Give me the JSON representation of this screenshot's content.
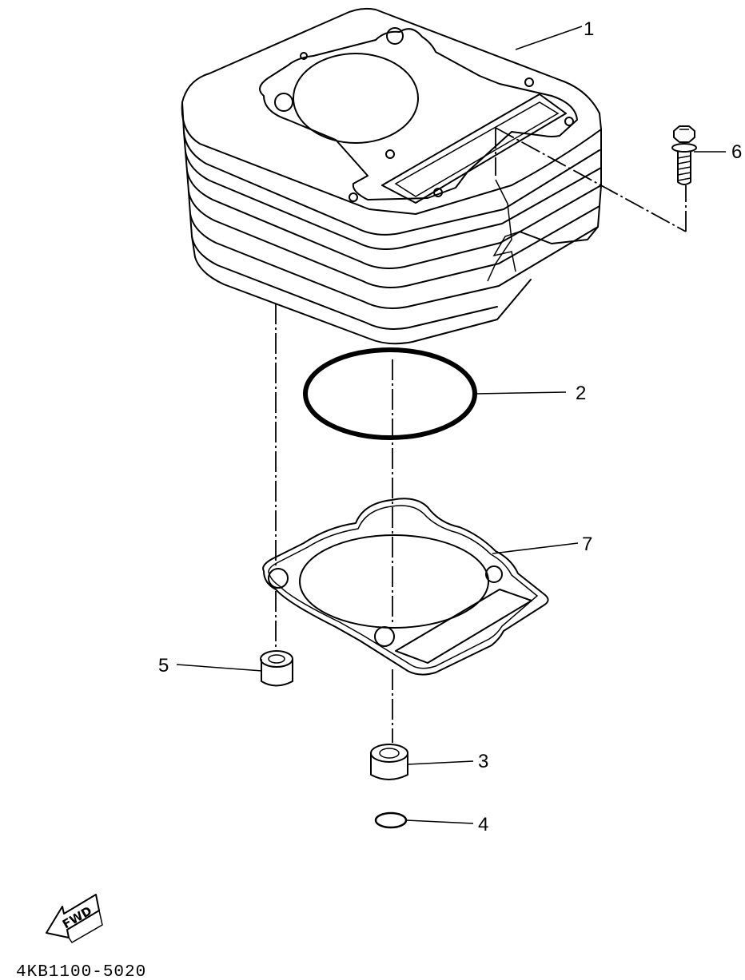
{
  "parts": [
    {
      "id": "cylinder",
      "callout": "1"
    },
    {
      "id": "o-ring-large",
      "callout": "2"
    },
    {
      "id": "dowel-pin-right",
      "callout": "3"
    },
    {
      "id": "o-ring-small",
      "callout": "4"
    },
    {
      "id": "dowel-pin-left",
      "callout": "5"
    },
    {
      "id": "bolt",
      "callout": "6"
    },
    {
      "id": "cylinder-gasket",
      "callout": "7"
    }
  ],
  "direction_label": "FWD",
  "diagram_code": "4KB1100-5020"
}
